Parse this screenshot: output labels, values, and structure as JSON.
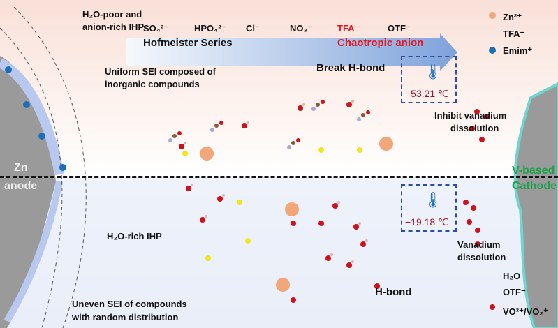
{
  "top": {
    "ihp_label_1": "H₂O-poor and",
    "ihp_label_2": "anion-rich IHP",
    "series": [
      "SO₄²⁻",
      "HPO₄²⁻",
      "Cl⁻",
      "NO₃⁻",
      "TFA⁻",
      "OTF⁻"
    ],
    "series_title": "Hofmeister Series",
    "chaotropic": "Chaotropic anion",
    "sei_1": "Uniform SEI composed of",
    "sei_2": "inorganic compounds",
    "break_hbond": "Break H-bond",
    "temperature": "−53.21 ℃",
    "inhibit_1": "Inhibit vanadium",
    "inhibit_2": "dissolution"
  },
  "legend_top": {
    "zn": "Zn²⁺",
    "tfa": "TFA⁻",
    "emim": "Emim⁺"
  },
  "electrodes": {
    "anode_1": "Zn",
    "anode_2": "anode",
    "cathode_1": "V-based",
    "cathode_2": "Cathode"
  },
  "bottom": {
    "ihp": "H₂O-rich IHP",
    "hbond": "H-bond",
    "temperature": "−19.18 ℃",
    "vanadium_1": "Vanadium",
    "vanadium_2": "dissolution",
    "sei_1": "Uneven SEI of compounds",
    "sei_2": "with random distribution"
  },
  "legend_bottom": {
    "h2o": "H₂O",
    "otf": "OTF⁻",
    "vo": "VO²⁺/VO₂⁺"
  },
  "colors": {
    "zn": "#f2a77a",
    "oxygen": "#d0101a",
    "sulfur": "#f2e61a",
    "carbon": "#8a5a36",
    "emim": "#1a6fb5",
    "anode": "#9a9a9a",
    "cathode_edge": "#6fd6cf"
  }
}
